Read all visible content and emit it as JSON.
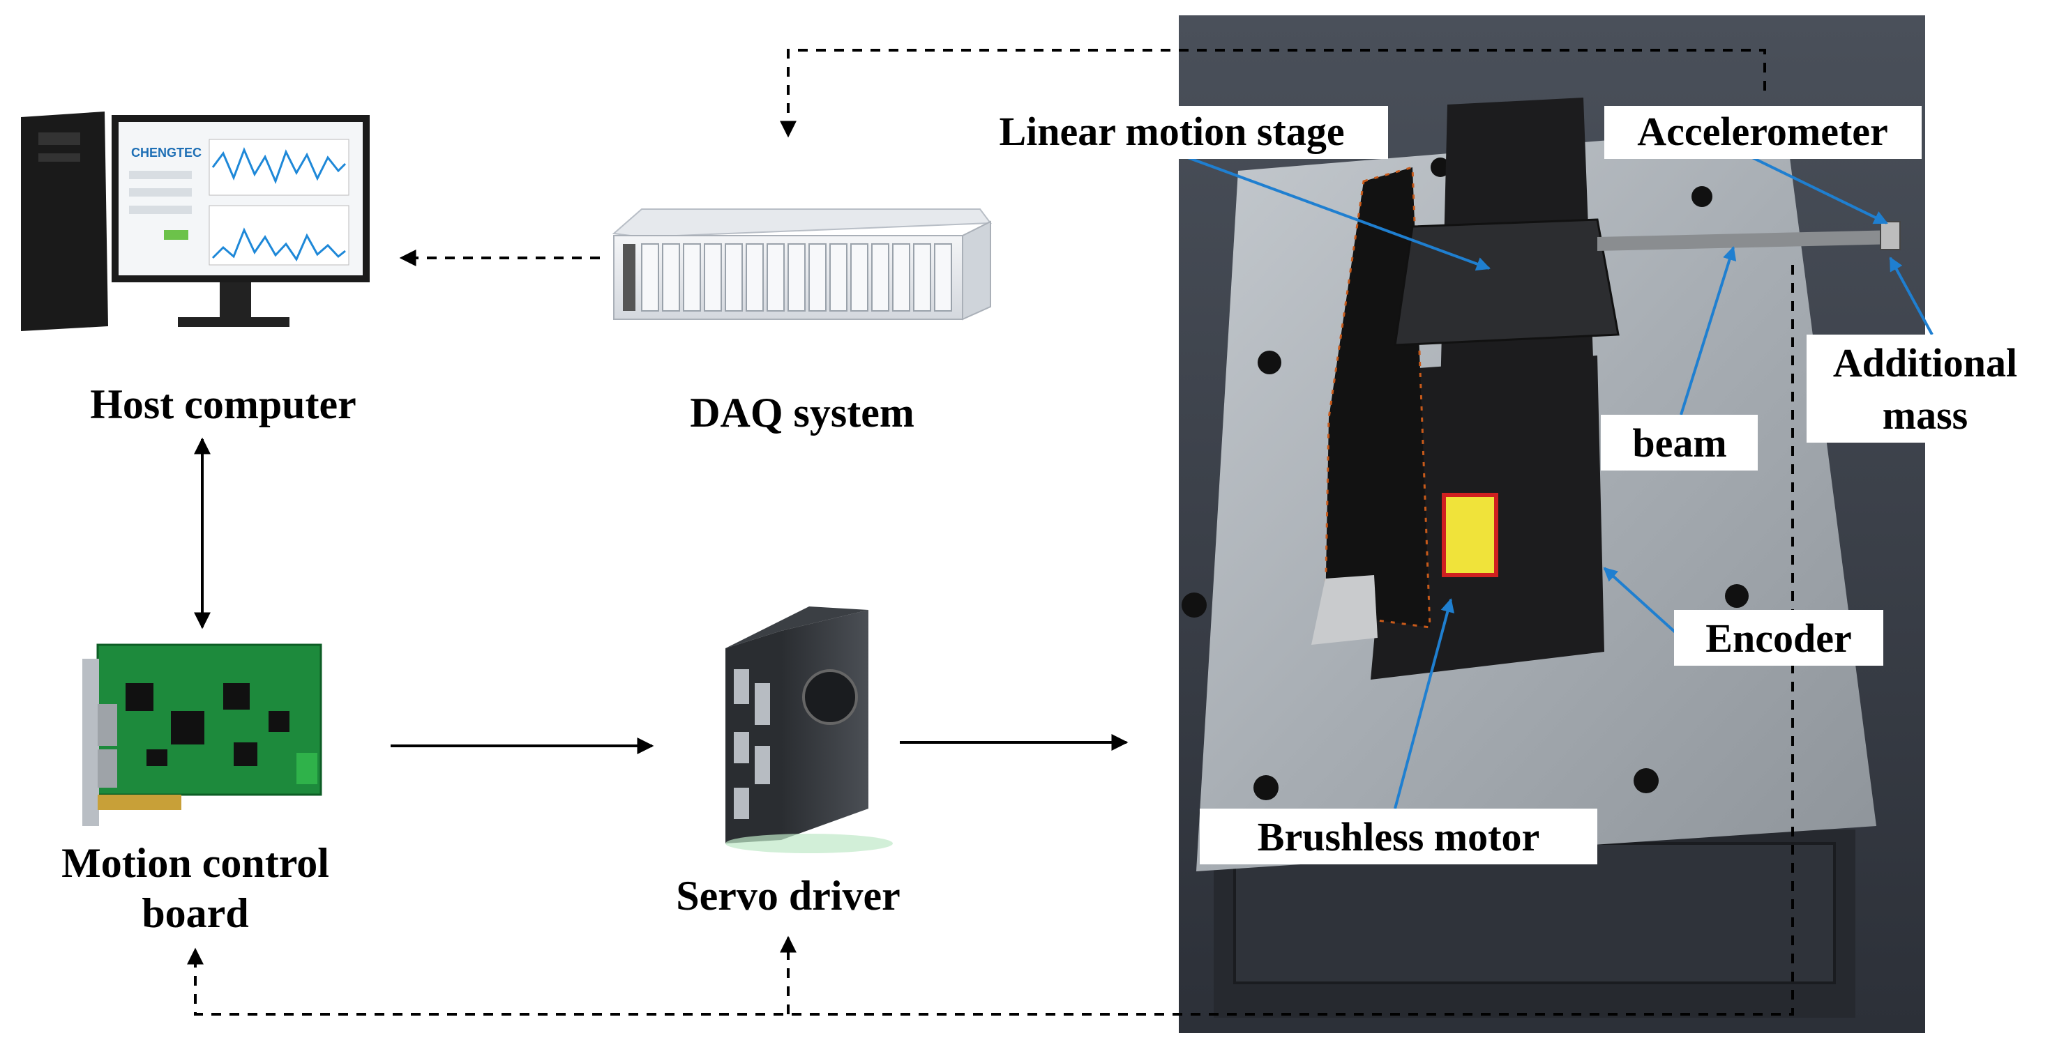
{
  "components": {
    "host_computer": {
      "label": "Host computer",
      "screen_logo": "CHENGTEC"
    },
    "daq_system": {
      "label": "DAQ system"
    },
    "motion_control_board": {
      "label_line1": "Motion control",
      "label_line2": "board"
    },
    "servo_driver": {
      "label": "Servo driver"
    }
  },
  "photo_labels": {
    "linear_motion_stage": "Linear motion stage",
    "accelerometer": "Accelerometer",
    "additional_mass_line1": "Additional",
    "additional_mass_line2": "mass",
    "beam": "beam",
    "encoder": "Encoder",
    "brushless_motor": "Brushless motor"
  },
  "colors": {
    "callout_arrow": "#1f7fd0",
    "arrow": "#000000",
    "photo_floor": "#3a3f48",
    "table_top": "#aab0b6",
    "stage_body": "#1c1c1e"
  }
}
